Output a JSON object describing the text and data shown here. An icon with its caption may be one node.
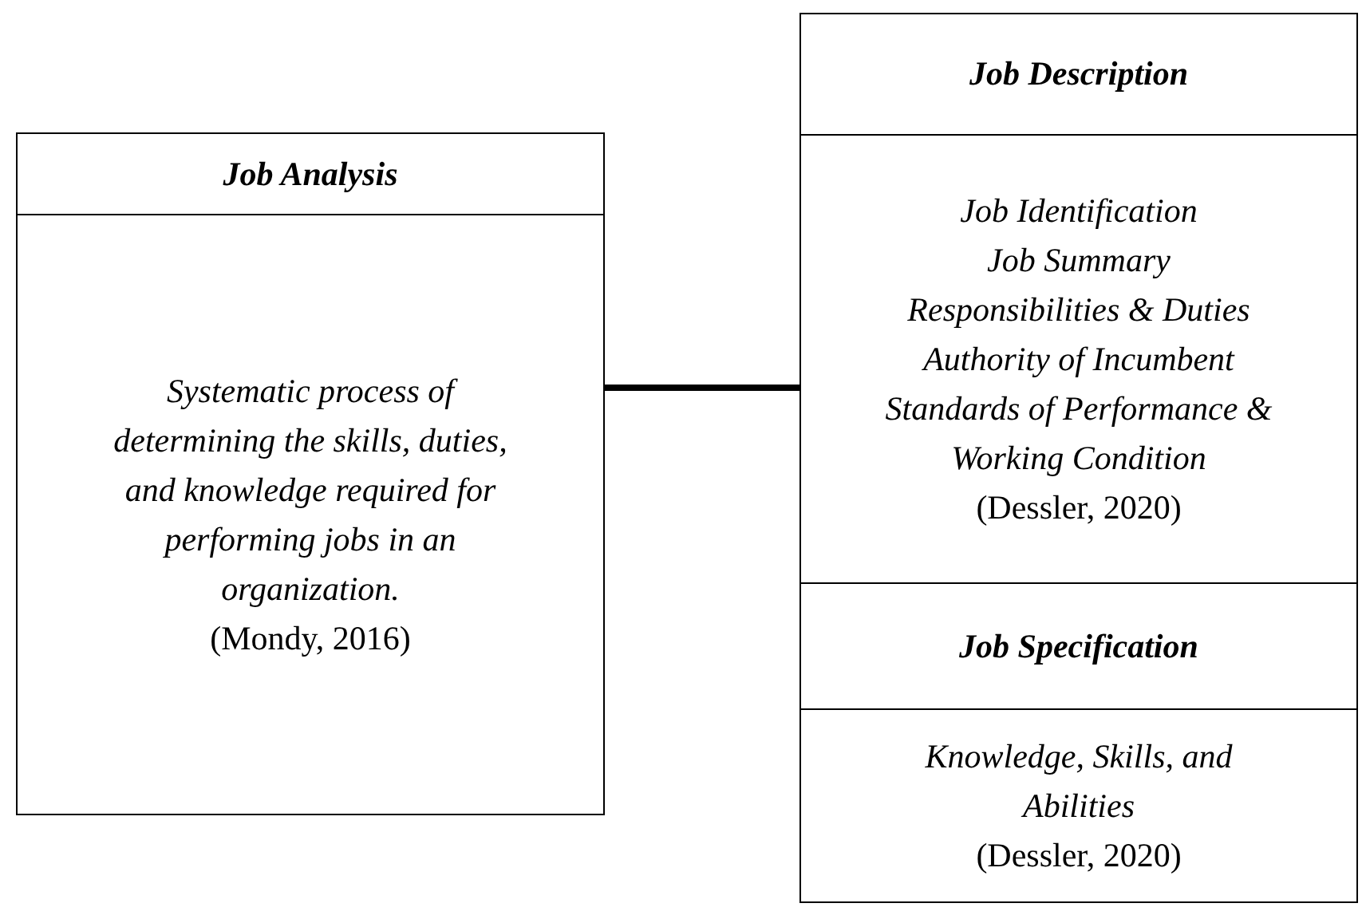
{
  "diagram": {
    "nodes": [
      {
        "text": [
          "Job Analysis",
          "Systematic process of determining the skills, duties, and knowledge required for performing jobs in an organization.",
          "(Mondy, 2016)"
        ]
      },
      {
        "text": [
          "Job Description",
          "Job Identification",
          "Job Summary",
          "Responsibilities & Duties",
          "Authority of Incumbent",
          "Standards of Performance & Working Condition",
          "(Dessler, 2020)"
        ]
      },
      {
        "text": [
          "Job Specification",
          "Knowledge, Skills, and Abilities",
          "(Dessler, 2020)"
        ]
      }
    ],
    "edges": [
      {
        "from": 0,
        "to": 1,
        "arrow": "none"
      }
    ]
  }
}
